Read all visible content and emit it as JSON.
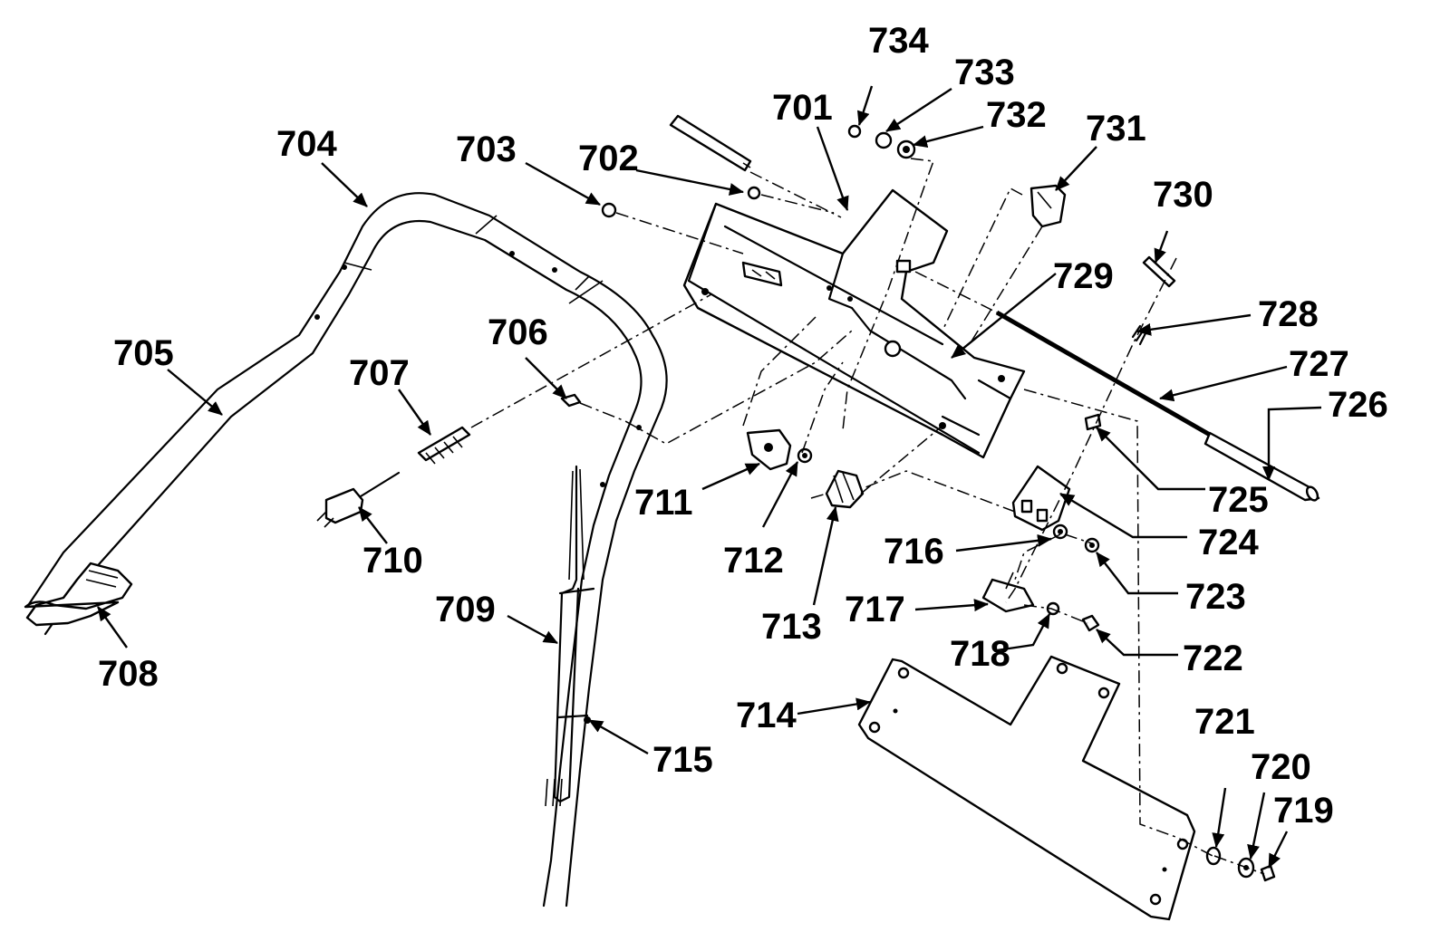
{
  "labels": {
    "p701": "701",
    "p702": "702",
    "p703": "703",
    "p704": "704",
    "p705": "705",
    "p706": "706",
    "p707": "707",
    "p708": "708",
    "p709": "709",
    "p710": "710",
    "p711": "711",
    "p712": "712",
    "p713": "713",
    "p714": "714",
    "p715": "715",
    "p716": "716",
    "p717": "717",
    "p718": "718",
    "p719": "719",
    "p720": "720",
    "p721": "721",
    "p722": "722",
    "p723": "723",
    "p724": "724",
    "p725": "725",
    "p726": "726",
    "p727": "727",
    "p728": "728",
    "p729": "729",
    "p730": "730",
    "p731": "731",
    "p732": "732",
    "p733": "733",
    "p734": "734"
  }
}
